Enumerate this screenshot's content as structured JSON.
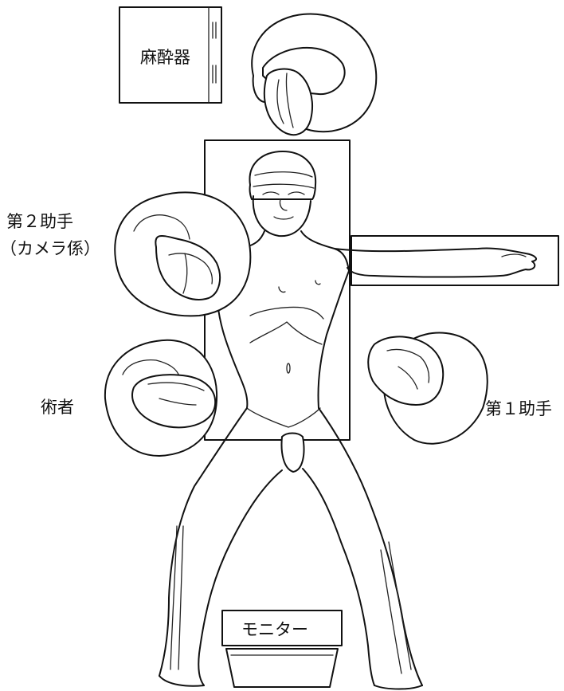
{
  "labels": {
    "anesthesia_machine": "麻酔器",
    "second_assistant_line1": "第２助手",
    "second_assistant_line2": "（カメラ係）",
    "surgeon": "術者",
    "first_assistant": "第１助手",
    "monitor": "モニター"
  }
}
